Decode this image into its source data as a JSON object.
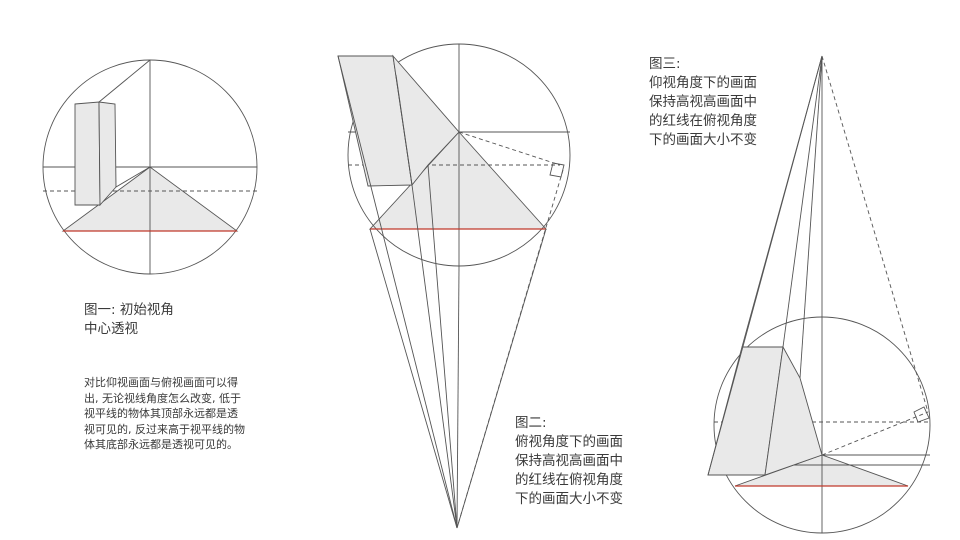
{
  "figure1": {
    "caption": [
      "图一: 初始视角",
      "中心透视"
    ]
  },
  "description": [
    "对比仰视画面与俯视画面可以得",
    "出, 无论视线角度怎么改变, 低于",
    "视平线的物体其顶部永远都是透",
    "视可见的, 反过来高于视平线的物",
    "体其底部永远都是透视可见的。"
  ],
  "figure2": {
    "caption": [
      "图二:",
      "俯视角度下的画面",
      "保持高视高画面中",
      "的红线在俯视角度",
      "下的画面大小不变"
    ]
  },
  "figure3": {
    "caption": [
      "图三:",
      "仰视角度下的画面",
      "保持高视高画面中",
      "的红线在俯视角度",
      "下的画面大小不变"
    ]
  },
  "colors": {
    "line": "#555555",
    "fill": "#e9e9e9",
    "red": "#c0392b"
  }
}
